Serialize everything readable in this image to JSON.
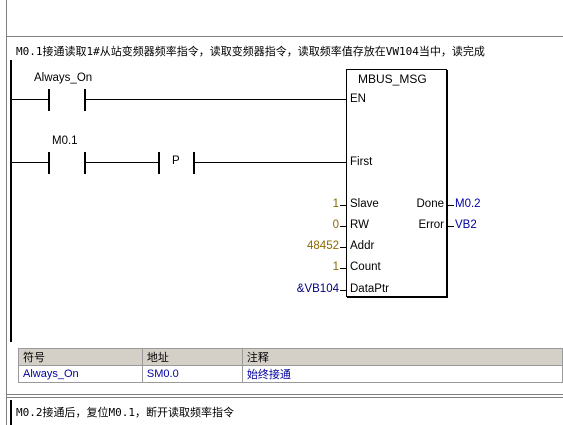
{
  "network1": {
    "comment": "M0.1接通读取1#从站变频器频率指令，读取变频器指令，读取频率值存放在VW104当中，读完成"
  },
  "contacts": [
    {
      "label": "Always_On"
    },
    {
      "label": "M0.1"
    },
    {
      "label": "P"
    }
  ],
  "block": {
    "title": "MBUS_MSG",
    "en": "EN",
    "first": "First",
    "inputs": [
      {
        "pin": "Slave",
        "value": "1"
      },
      {
        "pin": "RW",
        "value": "0"
      },
      {
        "pin": "Addr",
        "value": "48452"
      },
      {
        "pin": "Count",
        "value": "1"
      },
      {
        "pin": "DataPtr",
        "value": "&VB104"
      }
    ],
    "outputs": [
      {
        "pin": "Done",
        "value": "M0.2"
      },
      {
        "pin": "Error",
        "value": "VB2"
      }
    ]
  },
  "symbol_table": {
    "headers": [
      "符号",
      "地址",
      "注释"
    ],
    "rows": [
      {
        "symbol": "Always_On",
        "address": "SM0.0",
        "comment": "始终接通"
      }
    ]
  },
  "network2": {
    "comment": "M0.2接通后，复位M0.1，断开读取频率指令"
  }
}
